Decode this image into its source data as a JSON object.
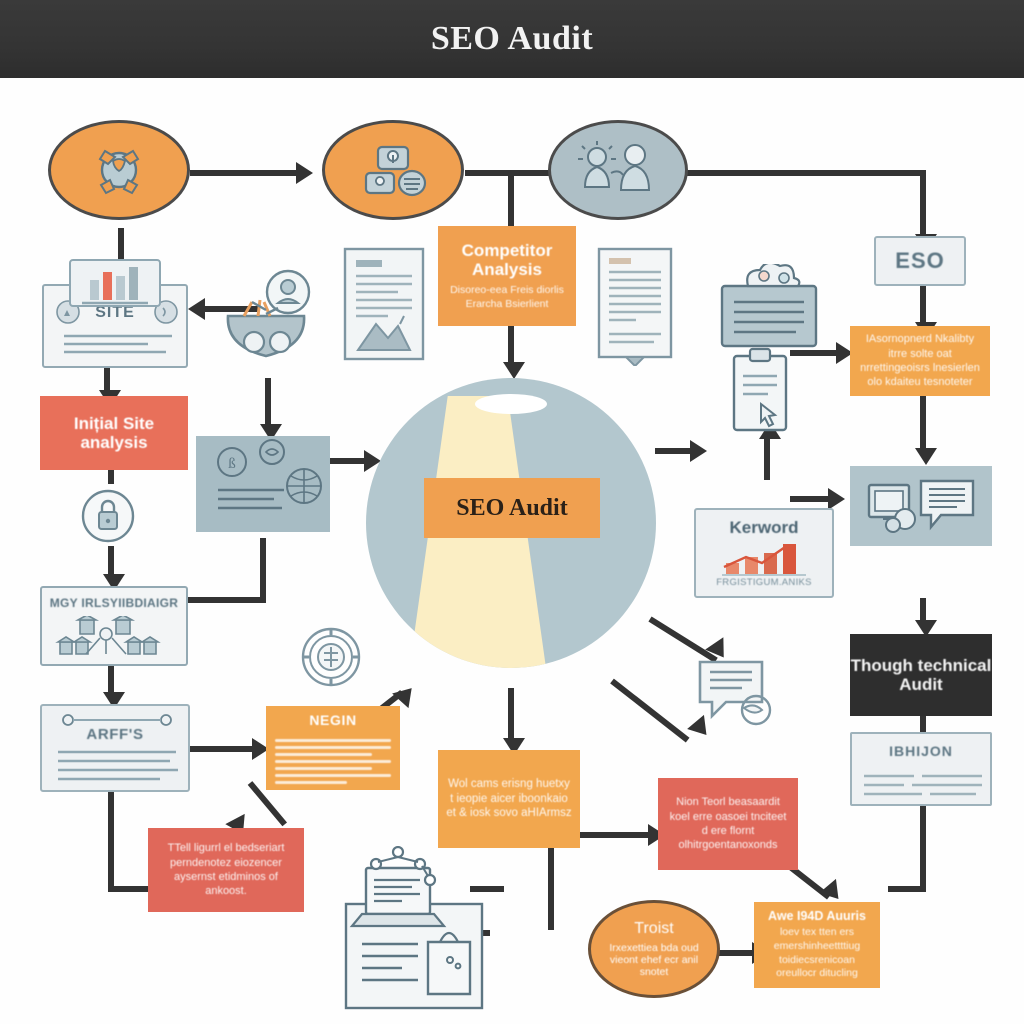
{
  "header": {
    "title": "SEO Audit"
  },
  "center": {
    "label": "SEO Audit"
  },
  "nodes": {
    "n_site_card": {
      "label": "SITE"
    },
    "n_initial": {
      "label": "Inițial Site analysis"
    },
    "n_mgy": {
      "label": "MGY IRLSYIIBDIAIGR"
    },
    "n_arfs": {
      "label": "ARFF'S"
    },
    "n_necin": {
      "label": "NEGIN"
    },
    "n_red_left": {
      "label": "TTell ligurrl el bedseriart perndenotez eiozencer aysernst etidminos of ankoost."
    },
    "n_competitor": {
      "label": "Competitor Analysis",
      "sub": "Disoreo-eea Freis diorlis Erarcha Bsierlient"
    },
    "n_orange_bottom": {
      "label": "Wol cams erisng huetxy t ieopie aicer iboonkaio et & iosk sovo aHIArmsz"
    },
    "n_red_right": {
      "label": "Nion Teorl beasaardit koel erre oasoei tnciteet d ere flornt olhitrgoentanoxonds"
    },
    "n_troist": {
      "label": "Troist",
      "sub": "Irxexettiea bda oud vieont ehef ecr anil snotet"
    },
    "n_awe": {
      "label": "Awe I94D Auuris",
      "sub": "loev tex tten ers emershinheettttiug toidiecsrenicoan oreullocr ditucling"
    },
    "n_keyword": {
      "label": "Kerword",
      "sub": "FRGISTIGUM.ANIKS"
    },
    "n_eso": {
      "label": "ESO"
    },
    "n_orange_right": {
      "label": "IAsornopnerd Nkalibty itrre solte oat nrrettingeoisrs lnesierlen olo kdaiteu tesnoteter"
    },
    "n_though": {
      "label": "Though technical Audit"
    },
    "n_ibhijon": {
      "label": "IBHIJON"
    }
  },
  "icons": {
    "globe_gears": "globe-gears-icon",
    "locations": "location-pins-icon",
    "people": "people-conversation-icon",
    "basket": "shopping-basket-user-icon",
    "doc_mountain": "document-mountain-icon",
    "doc_text": "document-text-icon",
    "doc_cloud": "cloud-document-icon",
    "clipboard": "clipboard-cursor-icon",
    "lock": "lock-icon",
    "gear_coin": "gear-coin-icon",
    "chat": "chat-bubble-icon",
    "monitor_chat": "monitor-chat-icon",
    "laptop_bag": "laptop-shopping-bag-icon",
    "network_card": "network-diagram-icon",
    "bar_chart": "bar-chart-icon",
    "keyword_chart": "keyword-growth-chart-icon"
  },
  "colors": {
    "header_bg": "#343434",
    "orange": "#f0a050",
    "salmon": "#e8705a",
    "bluegray": "#b1c4cb",
    "dark": "#2e2e2e",
    "paper": "#f3f5f6",
    "connector": "#333333",
    "beam": "#fbeec4"
  }
}
